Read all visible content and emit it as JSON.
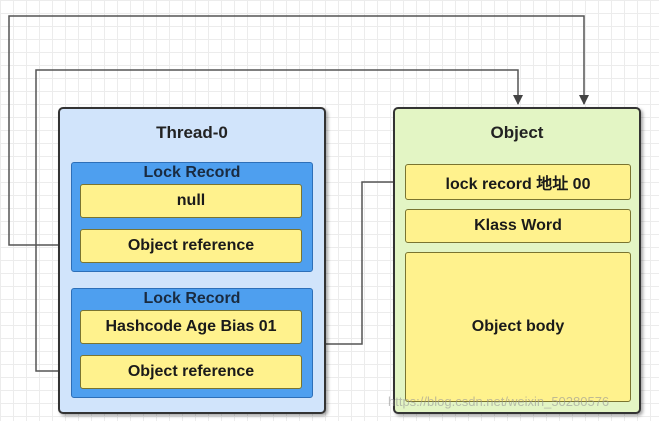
{
  "thread": {
    "title": "Thread-0",
    "records": [
      {
        "title": "Lock Record",
        "top_cell": "null",
        "bottom_cell": "Object reference"
      },
      {
        "title": "Lock Record",
        "top_cell": "Hashcode Age Bias 01",
        "bottom_cell": "Object reference"
      }
    ]
  },
  "object": {
    "title": "Object",
    "lock_record_cell": "lock  record 地址 00",
    "klass_word_cell": "Klass Word",
    "body_cell": "Object body"
  },
  "watermark": "https://blog.csdn.net/weixin_50280576",
  "colors": {
    "thread_bg": "#d1e4fb",
    "object_bg": "#e3f5c4",
    "record_bg": "#4e9fef",
    "cell_bg": "#fff28d",
    "line": "#555555"
  }
}
